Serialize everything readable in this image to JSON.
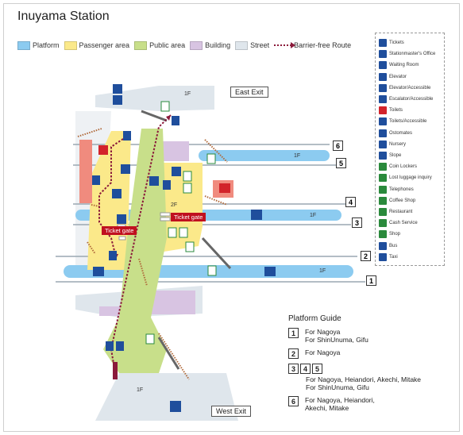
{
  "title": "Inuyama Station",
  "legend": [
    {
      "label": "Platform",
      "color": "#8ccbf0"
    },
    {
      "label": "Passenger area",
      "color": "#fbe98a"
    },
    {
      "label": "Public area",
      "color": "#c8df8a"
    },
    {
      "label": "Building",
      "color": "#d8c4e2"
    },
    {
      "label": "Street",
      "color": "#dfe6ec"
    },
    {
      "label": "Barrier-free Route",
      "color": "#8b1a3b"
    }
  ],
  "exits": {
    "east": "East Exit",
    "west": "West Exit"
  },
  "floors": {
    "f1_top": "1F",
    "f1_platform6": "1F",
    "f1_platform34": "1F",
    "f1_platform12": "1F",
    "f2": "2F",
    "f1_bottom": "1F"
  },
  "ticket_gates": [
    "Ticket gate",
    "Ticket gate"
  ],
  "platform_numbers": [
    "6",
    "5",
    "4",
    "3",
    "2",
    "1"
  ],
  "icon_legend": [
    {
      "label": "Tickets",
      "icon": "ticket-icon",
      "color": "#1f4e9c"
    },
    {
      "label": "Stationmaster's Office",
      "icon": "stationmaster-icon",
      "color": "#1f4e9c"
    },
    {
      "label": "Waiting Room",
      "icon": "waiting-room-icon",
      "color": "#1f4e9c"
    },
    {
      "label": "Elevator",
      "icon": "elevator-icon",
      "color": "#1f4e9c"
    },
    {
      "label": "Elevator/Accessible",
      "icon": "elevator-accessible-icon",
      "color": "#1f4e9c"
    },
    {
      "label": "Escalator/Accessible",
      "icon": "escalator-accessible-icon",
      "color": "#1f4e9c"
    },
    {
      "label": "Toilets",
      "icon": "toilets-icon",
      "color": "#d2232a"
    },
    {
      "label": "Toilets/Accessible",
      "icon": "toilets-accessible-icon",
      "color": "#1f4e9c"
    },
    {
      "label": "Ostomates",
      "icon": "ostomates-icon",
      "color": "#1f4e9c"
    },
    {
      "label": "Nursery",
      "icon": "nursery-icon",
      "color": "#1f4e9c"
    },
    {
      "label": "Slope",
      "icon": "slope-icon",
      "color": "#1f4e9c"
    },
    {
      "label": "Coin Lockers",
      "icon": "coin-lockers-icon",
      "color": "#2a8a3c"
    },
    {
      "label": "Lost luggage inquiry",
      "icon": "lost-luggage-icon",
      "color": "#2a8a3c"
    },
    {
      "label": "Telephones",
      "icon": "telephone-icon",
      "color": "#2a8a3c"
    },
    {
      "label": "Coffee Shop",
      "icon": "coffee-shop-icon",
      "color": "#2a8a3c"
    },
    {
      "label": "Restaurant",
      "icon": "restaurant-icon",
      "color": "#2a8a3c"
    },
    {
      "label": "Cash Service",
      "icon": "cash-service-icon",
      "color": "#2a8a3c"
    },
    {
      "label": "Shop",
      "icon": "shop-icon",
      "color": "#2a8a3c"
    },
    {
      "label": "Bus",
      "icon": "bus-icon",
      "color": "#1f4e9c"
    },
    {
      "label": "Taxi",
      "icon": "taxi-icon",
      "color": "#1f4e9c"
    }
  ],
  "platform_guide": {
    "title": "Platform Guide",
    "rows": [
      {
        "nums": [
          "1"
        ],
        "lines": [
          "For Nagoya",
          "For ShinUnuma, Gifu"
        ]
      },
      {
        "nums": [
          "2"
        ],
        "lines": [
          "For Nagoya"
        ]
      },
      {
        "nums": [
          "3",
          "4",
          "5"
        ],
        "lines": [
          "For Nagoya, Heiandori, Akechi, Mitake",
          "For ShinUnuma, Gifu"
        ]
      },
      {
        "nums": [
          "6"
        ],
        "lines": [
          "For Nagoya, Heiandori,",
          "Akechi, Mitake"
        ]
      }
    ]
  }
}
